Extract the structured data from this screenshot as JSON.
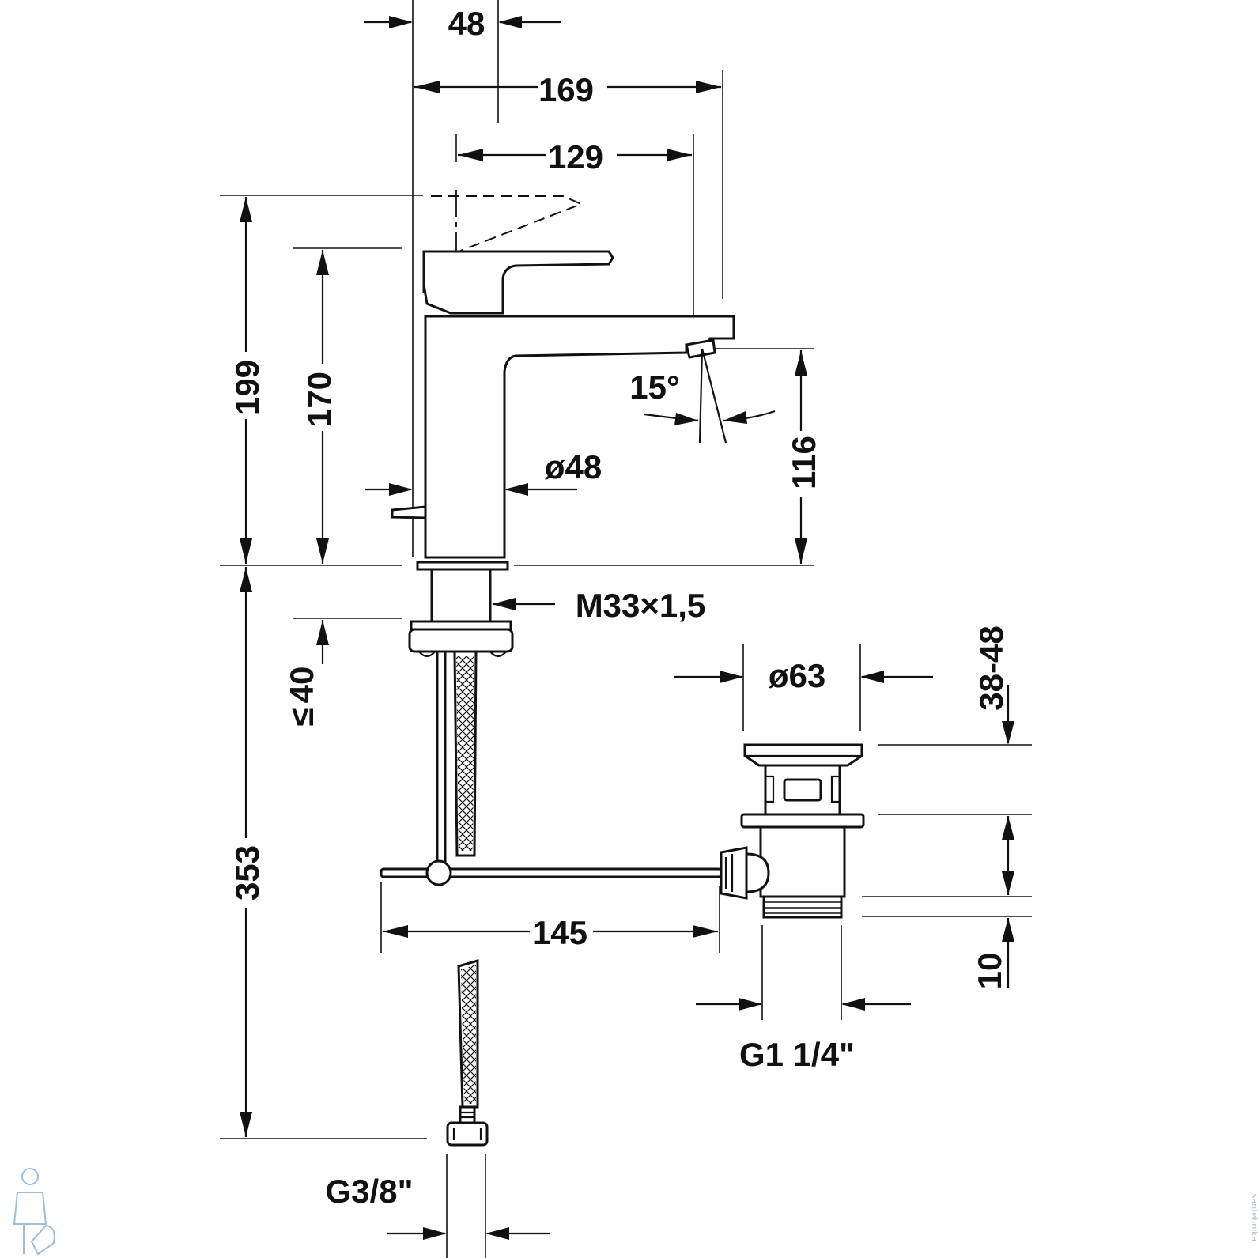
{
  "dimensions": {
    "width_48": "48",
    "width_169": "169",
    "width_129": "129",
    "height_199": "199",
    "height_170": "170",
    "angle_15": "15°",
    "diameter_48": "ø48",
    "height_116": "116",
    "thread_m33": "M33×1,5",
    "thickness_40": "40",
    "thickness_40_prefix": "≤",
    "diameter_63": "ø63",
    "range_38_48": "38-48",
    "height_353": "353",
    "length_145": "145",
    "height_10": "10",
    "thread_g114": "G1 1/4\"",
    "thread_g38": "G3/8\""
  },
  "watermark": {
    "text": "santehnika",
    "icon": "plumber-mascot-icon",
    "color": "#7fa6cf"
  }
}
